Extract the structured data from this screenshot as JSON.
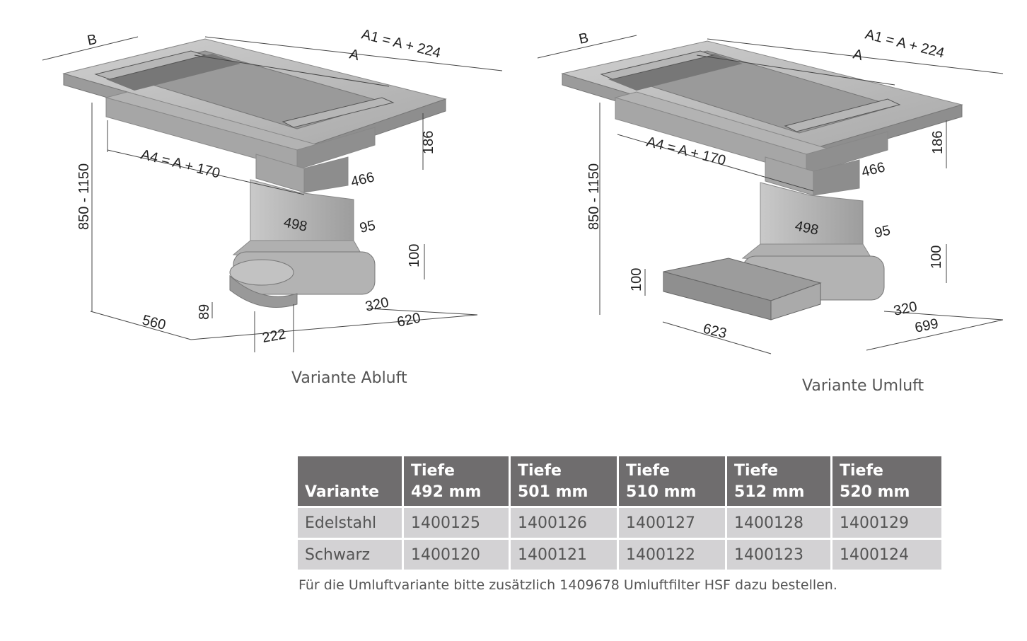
{
  "diagram_left": {
    "labels": {
      "b": "B",
      "a1": "A1 = A + 224",
      "a": "A",
      "a4": "A4 = A + 170",
      "height": "850 - 1150",
      "d186": "186",
      "d466": "466",
      "d498": "498",
      "d95": "95",
      "d100": "100",
      "d89": "89",
      "d560": "560",
      "d320": "320",
      "d620": "620",
      "d222": "222"
    },
    "caption": "Variante Abluft"
  },
  "diagram_right": {
    "labels": {
      "b": "B",
      "a1": "A1 = A + 224",
      "a": "A",
      "a4": "A4 = A + 170",
      "height": "850 - 1150",
      "d186": "186",
      "d466": "466",
      "d498": "498",
      "d95": "95",
      "d100_right": "100",
      "d100_left": "100",
      "d320": "320",
      "d623": "623",
      "d699": "699"
    },
    "caption": "Variante Umluft"
  },
  "table": {
    "header_first": "Variante",
    "columns": [
      {
        "line1": "Tiefe",
        "line2": "492 mm"
      },
      {
        "line1": "Tiefe",
        "line2": "501 mm"
      },
      {
        "line1": "Tiefe",
        "line2": "510 mm"
      },
      {
        "line1": "Tiefe",
        "line2": "512 mm"
      },
      {
        "line1": "Tiefe",
        "line2": "520 mm"
      }
    ],
    "rows": [
      {
        "name": "Edelstahl",
        "values": [
          "1400125",
          "1400126",
          "1400127",
          "1400128",
          "1400129"
        ]
      },
      {
        "name": "Schwarz",
        "values": [
          "1400120",
          "1400121",
          "1400122",
          "1400123",
          "1400124"
        ]
      }
    ]
  },
  "footnote": "Für die Umluftvariante bitte zusätzlich 1409678 Umluftfilter HSF dazu bestellen."
}
